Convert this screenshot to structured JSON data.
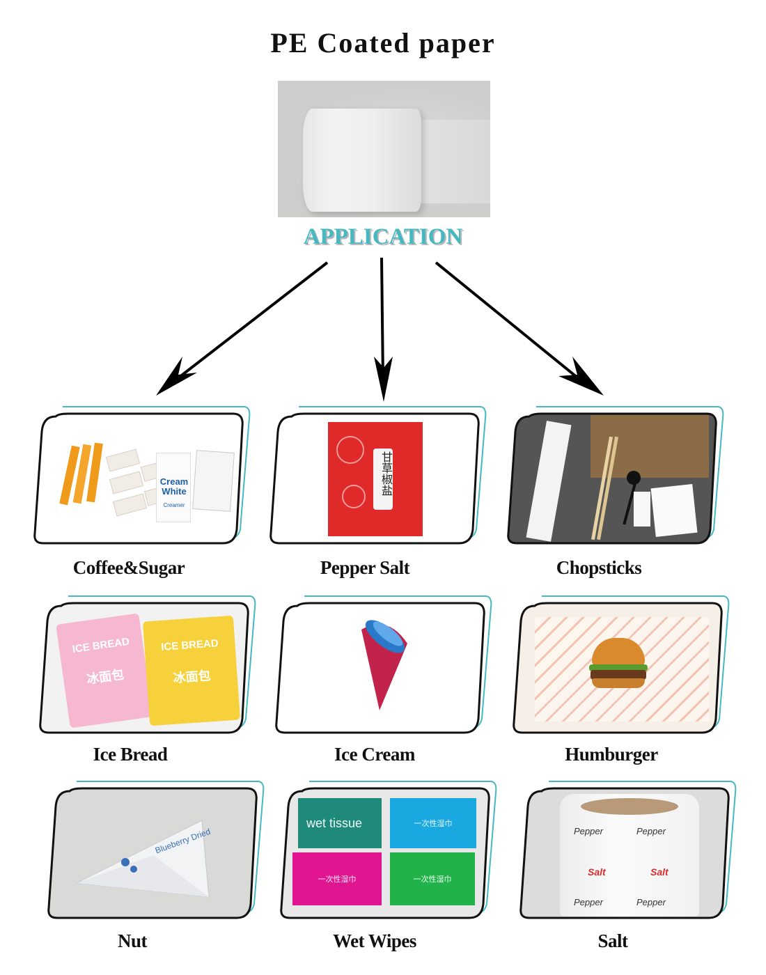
{
  "title": "PE Coated paper",
  "section_label": "APPLICATION",
  "applications": [
    {
      "label": "Coffee&Sugar"
    },
    {
      "label": "Pepper Salt"
    },
    {
      "label": "Chopsticks"
    },
    {
      "label": "Ice Bread"
    },
    {
      "label": "Ice Cream"
    },
    {
      "label": "Humburger"
    },
    {
      "label": "Nut"
    },
    {
      "label": "Wet Wipes"
    },
    {
      "label": "Salt"
    }
  ],
  "product_texts": {
    "cream_white_1": "Cream",
    "cream_white_2": "White",
    "creamer": "Creamer",
    "pepper_salt_cn": "甘草椒盐",
    "ice_bread": "ICE BREAD",
    "ice_bread_cn": "冰面包",
    "blueberry": "Blueberry Dried",
    "wet_tissue": "wet tissue",
    "wipes_cn": "一次性湿巾",
    "pepper": "Pepper",
    "salt": "Salt"
  },
  "colors": {
    "accent": "#45b8c1",
    "frame_stroke": "#111111"
  }
}
